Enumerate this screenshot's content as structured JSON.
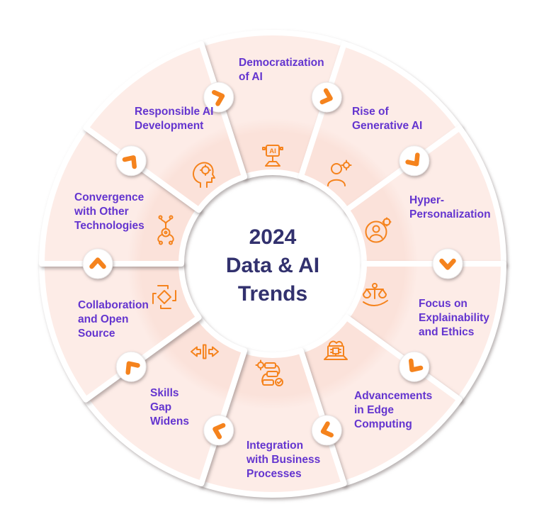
{
  "title": {
    "text": "2024\nData & AI\nTrends"
  },
  "colors": {
    "accent_orange": "#f5831d",
    "label_purple": "#6435cf",
    "title_navy": "#32316e",
    "segment_pink_outer": "#fdece7",
    "segment_pink_inner": "#fbe2da",
    "divider_white": "#ffffff"
  },
  "node_icon": "chevron-clockwise-icon",
  "trends": [
    {
      "label": "Democratization\nof AI",
      "icon": "ai-projector-icon",
      "icon_text": "AI"
    },
    {
      "label": "Rise of\nGenerative AI",
      "icon": "person-gear-icon"
    },
    {
      "label": "Hyper-\nPersonalization",
      "icon": "person-target-icon"
    },
    {
      "label": "Focus on\nExplainability\nand Ethics",
      "icon": "scales-on-hand-icon"
    },
    {
      "label": "Advancements\nin Edge\nComputing",
      "icon": "laptop-cloud-chip-icon"
    },
    {
      "label": "Integration\nwith Business\nProcesses",
      "icon": "workflow-check-icon"
    },
    {
      "label": "Skills\nGap\nWidens",
      "icon": "widening-arrows-icon"
    },
    {
      "label": "Collaboration\nand Open\nSource",
      "icon": "joined-hands-icon"
    },
    {
      "label": "Convergence\nwith Other\nTechnologies",
      "icon": "gear-branches-icon"
    },
    {
      "label": "Responsible AI\nDevelopment",
      "icon": "head-gear-icon"
    }
  ]
}
